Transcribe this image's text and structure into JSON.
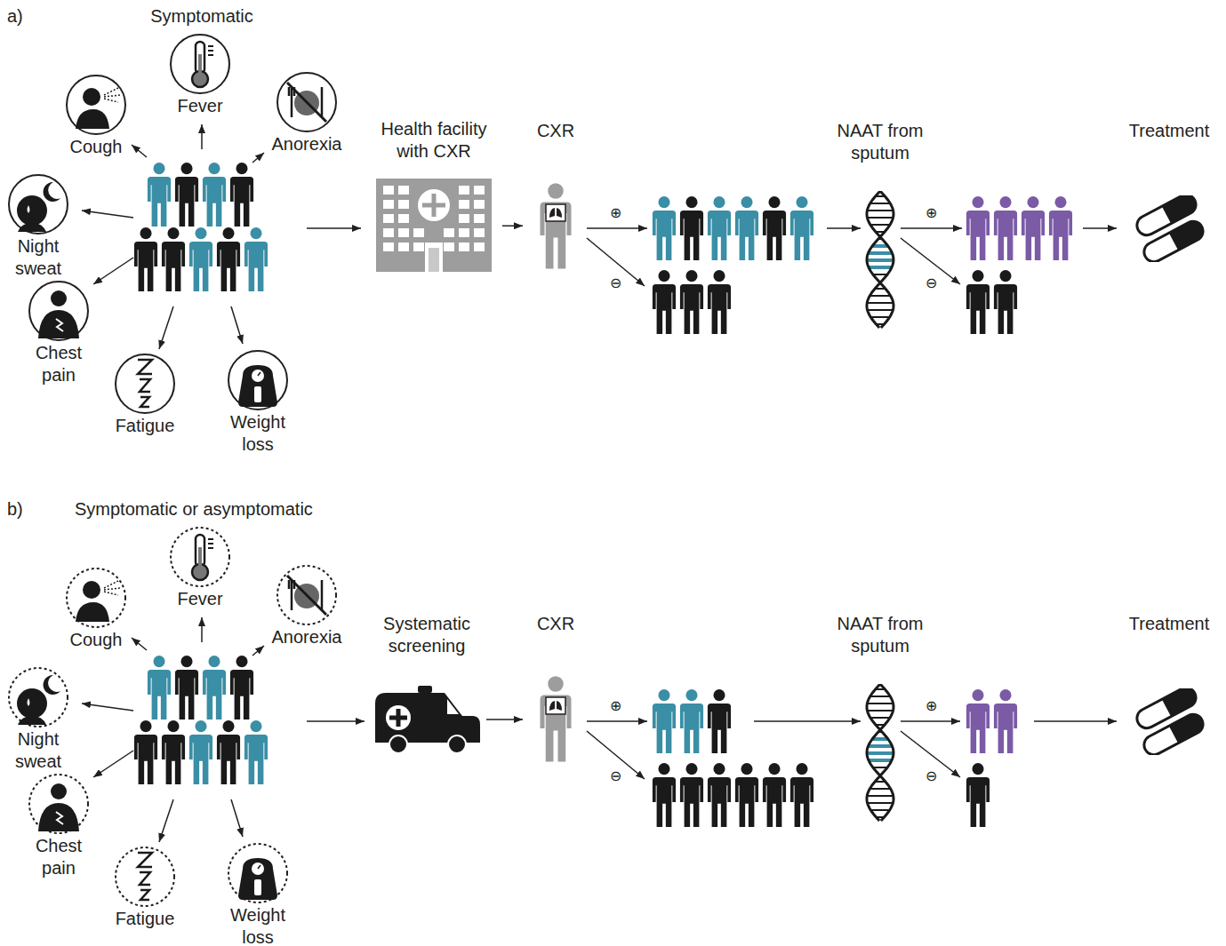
{
  "diagram": {
    "nodes": [
      {
        "text": [
          "Cough"
        ]
      },
      {
        "text": [
          "Fever"
        ]
      },
      {
        "text": [
          "Anorexia"
        ]
      },
      {
        "text": [
          "Night sweat"
        ]
      },
      {
        "text": [
          "Chest pain"
        ]
      },
      {
        "text": [
          "Fatigue"
        ]
      },
      {
        "text": [
          "Weight loss"
        ]
      },
      {
        "text": [
          "Health facility with CXR"
        ]
      },
      {
        "text": [
          "CXR"
        ]
      },
      {
        "text": [
          "NAAT from sputum"
        ]
      },
      {
        "text": [
          "Treatment"
        ]
      },
      {
        "text": [
          "Cough"
        ]
      },
      {
        "text": [
          "Fever"
        ]
      },
      {
        "text": [
          "Anorexia"
        ]
      },
      {
        "text": [
          "Night sweat"
        ]
      },
      {
        "text": [
          "Chest pain"
        ]
      },
      {
        "text": [
          "Fatigue"
        ]
      },
      {
        "text": [
          "Weight loss"
        ]
      },
      {
        "text": [
          "Systematic screening"
        ]
      },
      {
        "text": [
          "CXR"
        ]
      },
      {
        "text": [
          "NAAT from sputum"
        ]
      },
      {
        "text": [
          "Treatment"
        ]
      }
    ],
    "edges": [
      {
        "from": 7,
        "to": 8,
        "arrow": "to"
      },
      {
        "from": 18,
        "to": 19,
        "arrow": "to"
      }
    ],
    "labels": [
      "a)",
      "Symptomatic",
      "⊕",
      "⊖",
      "⊕",
      "⊖",
      "b)",
      "Symptomatic or asymptomatic",
      "⊕",
      "⊖",
      "⊕",
      "⊖"
    ]
  }
}
